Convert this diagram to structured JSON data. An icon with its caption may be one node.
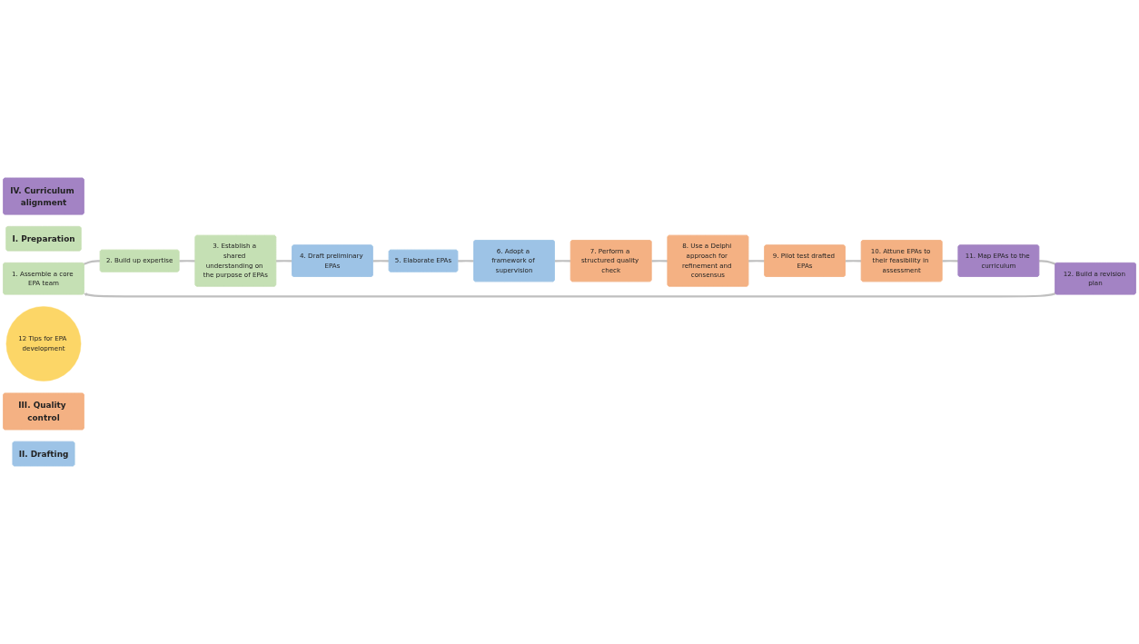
{
  "diagram": {
    "nodes": [
      {
        "text": [
          "IV. Curriculum alignment"
        ]
      },
      {
        "text": [
          "I. Preparation"
        ]
      },
      {
        "text": [
          "1. Assemble a core EPA team"
        ]
      },
      {
        "text": [
          "2. Build up expertise"
        ]
      },
      {
        "text": [
          "3. Establish a shared understanding on the purpose of EPAs"
        ]
      },
      {
        "text": [
          "4. Draft preliminary EPAs"
        ]
      },
      {
        "text": [
          "5. Elaborate EPAs"
        ]
      },
      {
        "text": [
          "6. Adopt a framework of supervision"
        ]
      },
      {
        "text": [
          "7. Perform a structured quality check"
        ]
      },
      {
        "text": [
          "8. Use a Delphi approach for refinement and consensus"
        ]
      },
      {
        "text": [
          "9. Pilot test drafted EPAs"
        ]
      },
      {
        "text": [
          "10. Attune EPAs to their feasibility in assessment"
        ]
      },
      {
        "text": [
          "11. Map EPAs to the curriculum"
        ]
      },
      {
        "text": [
          "12. Build a revision plan"
        ]
      },
      {
        "text": [
          "12 Tips for EPA development"
        ]
      },
      {
        "text": [
          "III. Quality control"
        ]
      },
      {
        "text": [
          "II. Drafting"
        ]
      }
    ],
    "edges": [
      {
        "from": 2,
        "to": 3,
        "arrow": "none"
      },
      {
        "from": 3,
        "to": 4,
        "arrow": "none"
      },
      {
        "from": 4,
        "to": 5,
        "arrow": "none"
      },
      {
        "from": 5,
        "to": 6,
        "arrow": "none"
      },
      {
        "from": 6,
        "to": 7,
        "arrow": "none"
      },
      {
        "from": 7,
        "to": 8,
        "arrow": "none"
      },
      {
        "from": 8,
        "to": 9,
        "arrow": "none"
      },
      {
        "from": 9,
        "to": 10,
        "arrow": "none"
      },
      {
        "from": 10,
        "to": 11,
        "arrow": "none"
      },
      {
        "from": 11,
        "to": 12,
        "arrow": "none"
      },
      {
        "from": 12,
        "to": 13,
        "arrow": "none"
      },
      {
        "from": 13,
        "to": 2,
        "arrow": "to"
      }
    ]
  }
}
